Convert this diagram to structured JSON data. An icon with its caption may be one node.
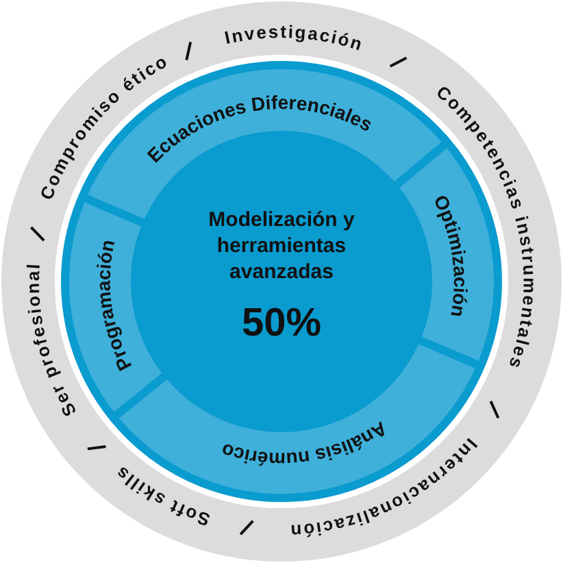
{
  "diagram": {
    "nodes": [
      {
        "text": [
          "Ecuaciones Diferenciales"
        ]
      },
      {
        "text": [
          "Optimización"
        ]
      },
      {
        "text": [
          "Análisis numérico"
        ]
      },
      {
        "text": [
          "Programación"
        ]
      },
      {
        "text": [
          "Modelización y herramientas avanzadas",
          "50%"
        ]
      }
    ],
    "labels": [
      "Compromiso ético",
      "Investigación",
      "Competencias instrumentales",
      "Internacionalización",
      "Soft skills",
      "Ser profesional"
    ]
  }
}
